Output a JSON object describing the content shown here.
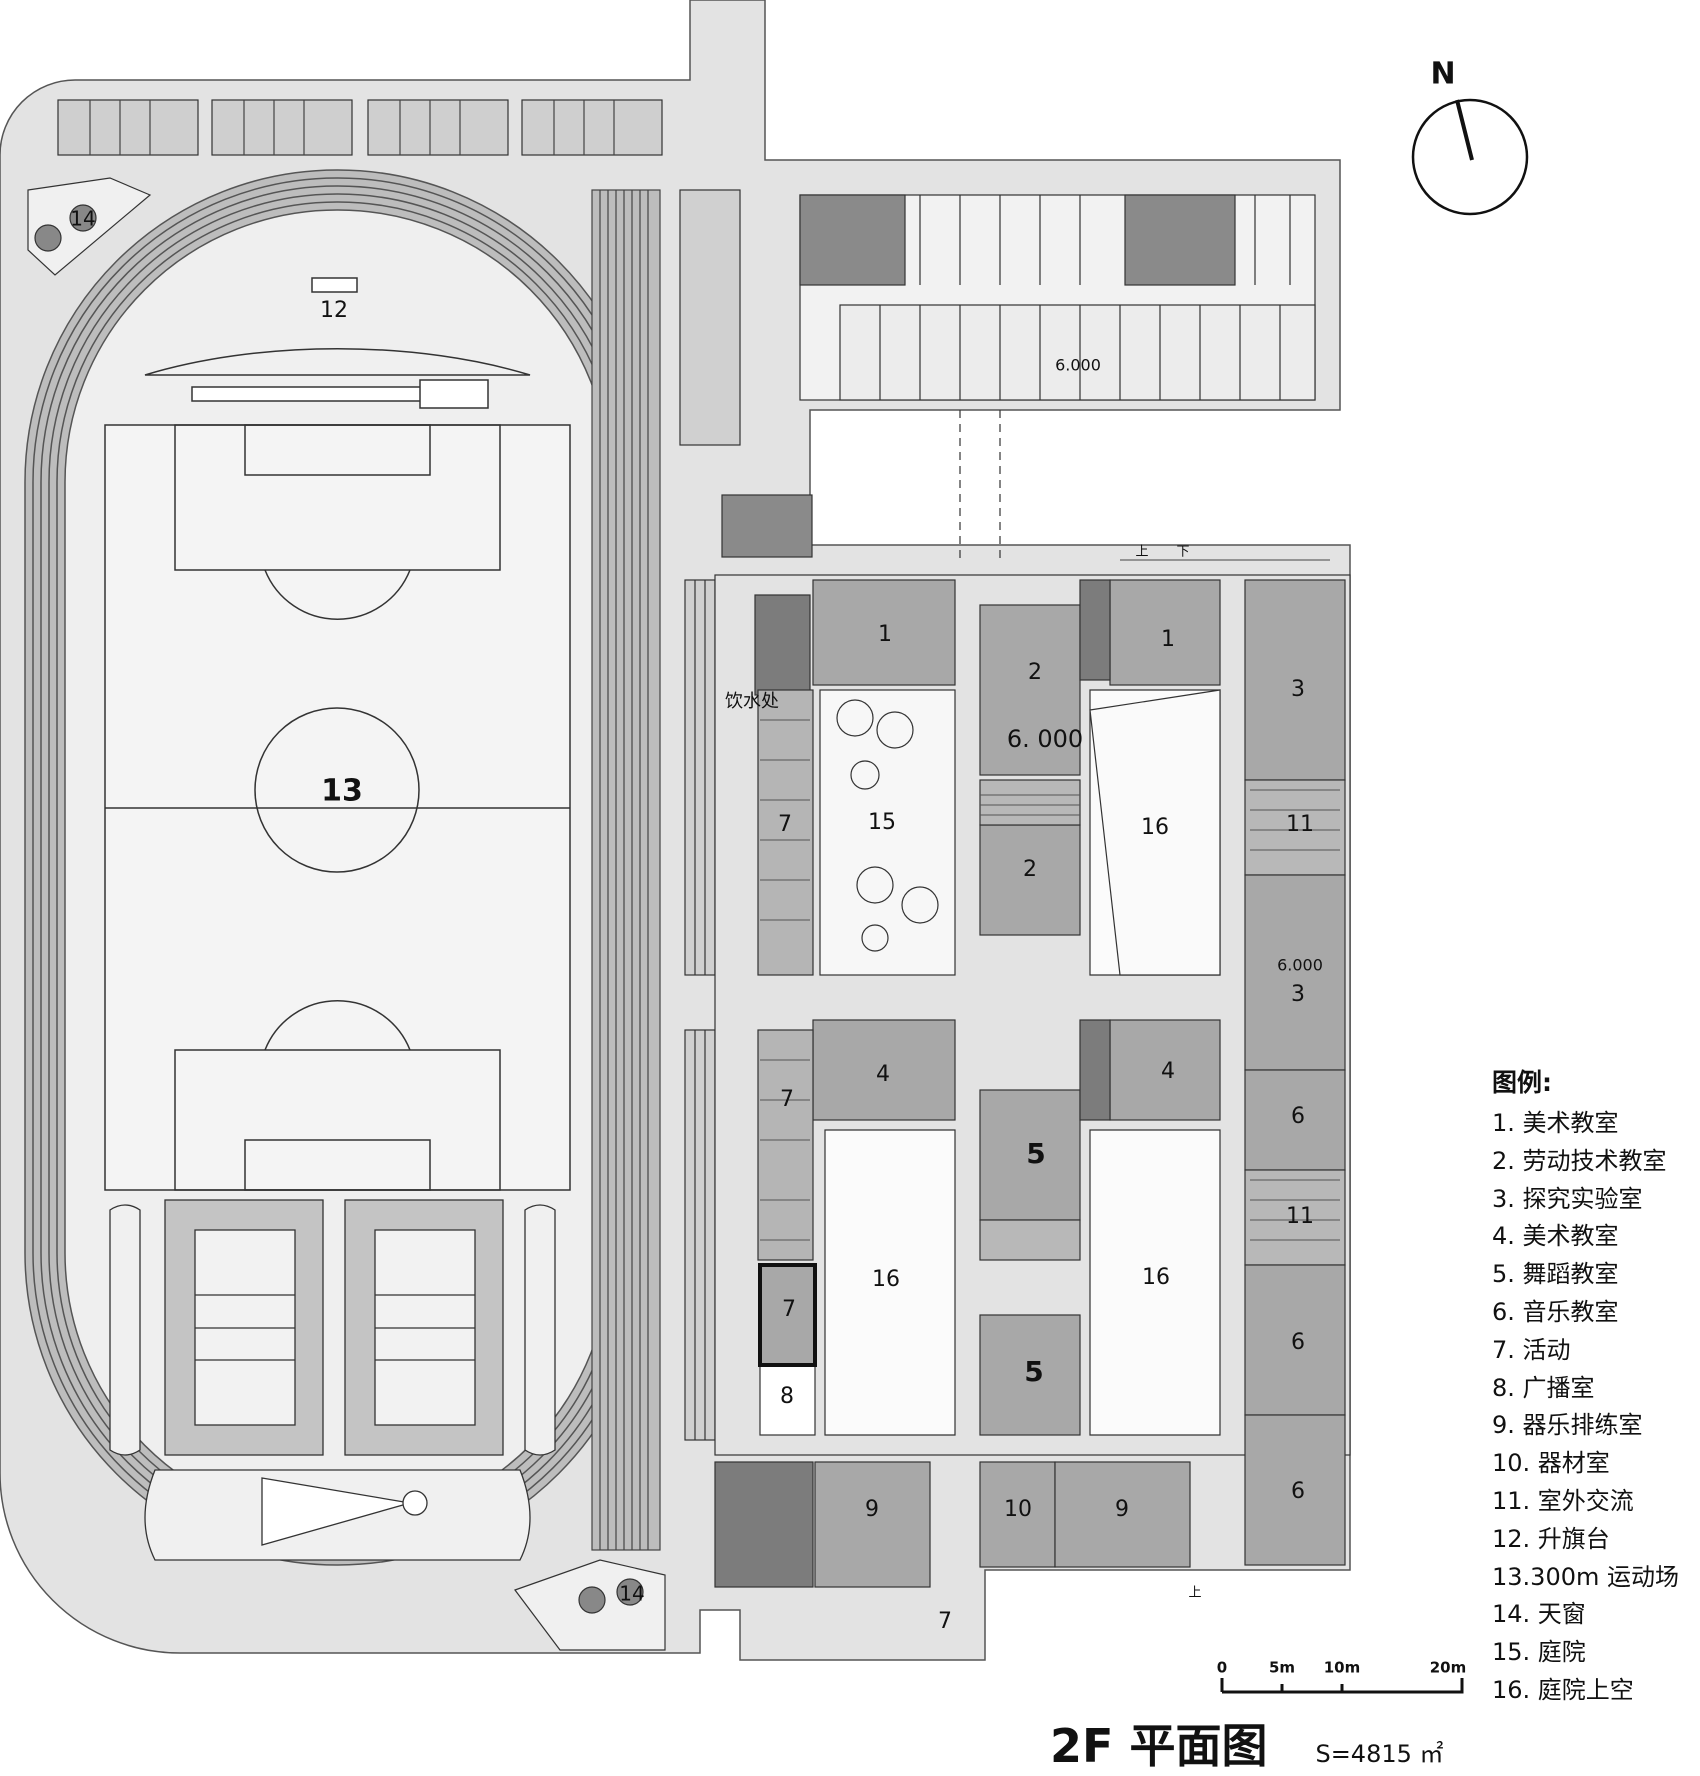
{
  "title": "2F 平面图",
  "area": "S=4815 ㎡",
  "north_label": "N",
  "legend": {
    "title": "图例:",
    "items": [
      "1. 美术教室",
      "2. 劳动技术教室",
      "3. 探究实验室",
      "4. 美术教室",
      "5. 舞蹈教室",
      "6. 音乐教室",
      "7. 活动",
      "8. 广播室",
      "9. 器乐排练室",
      "10. 器材室",
      "11. 室外交流",
      "12. 升旗台",
      "13.300m 运动场",
      "14. 天窗",
      "15. 庭院",
      "16. 庭院上空"
    ]
  },
  "scale_bar": {
    "ticks": [
      "0",
      "5m",
      "10m",
      "20m"
    ]
  },
  "plan_labels": {
    "room_1a": "1",
    "room_1b": "1",
    "room_2a": "2",
    "room_2b": "2",
    "room_3a": "3",
    "room_3b": "3",
    "room_4a": "4",
    "room_4b": "4",
    "room_5a": "5",
    "room_5b": "5",
    "room_6a": "6",
    "room_6b": "6",
    "room_6c": "6",
    "room_7a": "7",
    "room_7b": "7",
    "room_7c": "7",
    "room_7d": "7",
    "room_8": "8",
    "room_9a": "9",
    "room_9b": "9",
    "room_10": "10",
    "room_11a": "11",
    "room_11b": "11",
    "room_12": "12",
    "room_13": "13",
    "room_14a": "14",
    "room_14b": "14",
    "room_15": "15",
    "room_16a": "16",
    "room_16b": "16",
    "room_16c": "16",
    "elev_a": "6.000",
    "elev_b": "6. 000",
    "elev_c": "6.000",
    "drinking": "饮水处",
    "up_1": "上",
    "down_1": "下",
    "up_2": "上"
  },
  "colors": {
    "ground": "#e3e3e3",
    "room": "#a8a8a8",
    "dark": "#7c7c7c",
    "court": "#f6f6f6",
    "line": "#222222"
  }
}
